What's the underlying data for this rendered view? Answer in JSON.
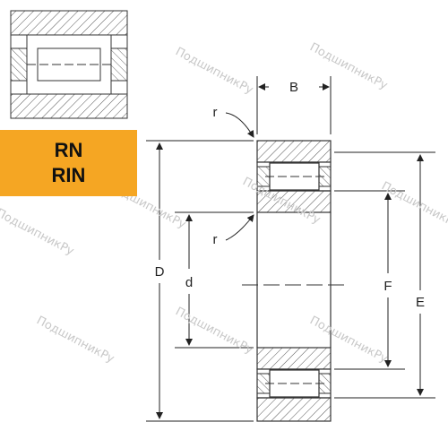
{
  "series_labels": [
    "RN",
    "RIN"
  ],
  "dimension_labels": {
    "B": "B",
    "D": "D",
    "d": "d",
    "F": "F",
    "E": "E",
    "r_top": "r",
    "r_bottom": "r"
  },
  "watermark_text": "ПодшипникРу",
  "colors": {
    "badge": "#f5a623",
    "line": "#333333",
    "hatch": "#555555",
    "watermark": "#c8c8c8"
  }
}
